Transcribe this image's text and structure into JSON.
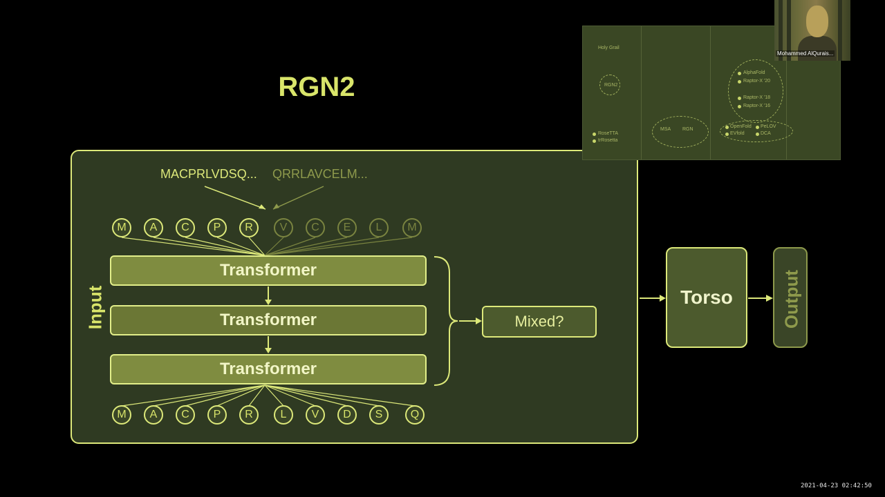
{
  "slide": {
    "title": "RGN2",
    "input_label": "Input",
    "seq_primary": "MACPRLVDSQ...",
    "seq_secondary": "QRRLAVCELM...",
    "top_tokens": [
      "M",
      "A",
      "C",
      "P",
      "R",
      "V",
      "C",
      "E",
      "L",
      "M"
    ],
    "bottom_tokens": [
      "M",
      "A",
      "C",
      "P",
      "R",
      "L",
      "V",
      "D",
      "S",
      "Q"
    ],
    "transformers": [
      "Transformer",
      "Transformer",
      "Transformer"
    ],
    "mixed_label": "Mixed?",
    "torso_label": "Torso",
    "output_label": "Output"
  },
  "thumbnail": {
    "labels": [
      "Holy Grail",
      "RGN2",
      "MSA",
      "RGN",
      "RoseTTA",
      "trRosetta",
      "AlphaFold",
      "Raptor-X '20",
      "Raptor-X '18",
      "Raptor-X '16",
      "OpenFold",
      "PeLOV",
      "EVfold",
      "DCA"
    ]
  },
  "webcam": {
    "participant_name": "Mohammed AlQurais..."
  },
  "timestamp": "2021-04-23 02:42:50",
  "colors": {
    "accent": "#dde97a",
    "faded": "#8e9a4c",
    "panel": "#2f3a22",
    "transformer": "#7f8c40"
  }
}
